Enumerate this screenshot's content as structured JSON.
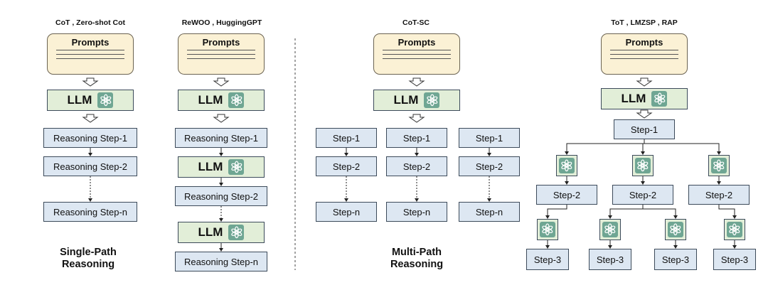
{
  "columns": {
    "single": {
      "title": "CoT , Zero-shot Cot"
    },
    "rewoo": {
      "title": "ReWOO , HuggingGPT"
    },
    "cotsc": {
      "title": "CoT-SC"
    },
    "tot": {
      "title": "ToT , LMZSP , RAP"
    }
  },
  "groups": {
    "single_path": {
      "line1": "Single-Path",
      "line2": "Reasoning"
    },
    "multi_path": {
      "line1": "Multi-Path",
      "line2": "Reasoning"
    }
  },
  "labels": {
    "prompts": "Prompts",
    "llm": "LLM",
    "reasoning_step_1": "Reasoning Step-1",
    "reasoning_step_2": "Reasoning Step-2",
    "reasoning_step_n": "Reasoning Step-n",
    "step_1": "Step-1",
    "step_2": "Step-2",
    "step_3": "Step-3",
    "step_n": "Step-n"
  },
  "icons": {
    "llm_logo": "openai-logo-icon",
    "hollow_arrow": "hollow-down-arrow-icon",
    "arrow": "down-arrow-icon"
  },
  "colors": {
    "prompt_fill": "#fbf1d5",
    "llm_fill": "#e2eed8",
    "step_fill": "#dde7f2",
    "logo_fill": "#6fa693"
  }
}
